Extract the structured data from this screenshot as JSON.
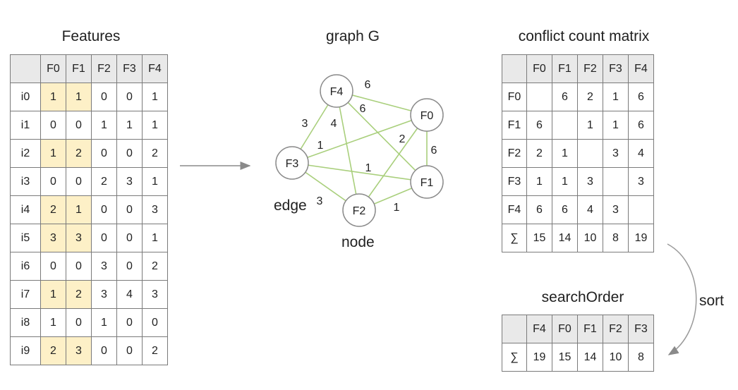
{
  "features": {
    "title": "Features",
    "columns": [
      "",
      "F0",
      "F1",
      "F2",
      "F3",
      "F4"
    ],
    "rows": [
      {
        "label": "i0",
        "values": [
          "1",
          "1",
          "0",
          "0",
          "1"
        ],
        "highlight": [
          true,
          true,
          false,
          false,
          false
        ]
      },
      {
        "label": "i1",
        "values": [
          "0",
          "0",
          "1",
          "1",
          "1"
        ],
        "highlight": [
          false,
          false,
          false,
          false,
          false
        ]
      },
      {
        "label": "i2",
        "values": [
          "1",
          "2",
          "0",
          "0",
          "2"
        ],
        "highlight": [
          true,
          true,
          false,
          false,
          false
        ]
      },
      {
        "label": "i3",
        "values": [
          "0",
          "0",
          "2",
          "3",
          "1"
        ],
        "highlight": [
          false,
          false,
          false,
          false,
          false
        ]
      },
      {
        "label": "i4",
        "values": [
          "2",
          "1",
          "0",
          "0",
          "3"
        ],
        "highlight": [
          true,
          true,
          false,
          false,
          false
        ]
      },
      {
        "label": "i5",
        "values": [
          "3",
          "3",
          "0",
          "0",
          "1"
        ],
        "highlight": [
          true,
          true,
          false,
          false,
          false
        ]
      },
      {
        "label": "i6",
        "values": [
          "0",
          "0",
          "3",
          "0",
          "2"
        ],
        "highlight": [
          false,
          false,
          false,
          false,
          false
        ]
      },
      {
        "label": "i7",
        "values": [
          "1",
          "2",
          "3",
          "4",
          "3"
        ],
        "highlight": [
          true,
          true,
          false,
          false,
          false
        ]
      },
      {
        "label": "i8",
        "values": [
          "1",
          "0",
          "1",
          "0",
          "0"
        ],
        "highlight": [
          false,
          false,
          false,
          false,
          false
        ]
      },
      {
        "label": "i9",
        "values": [
          "2",
          "3",
          "0",
          "0",
          "2"
        ],
        "highlight": [
          true,
          true,
          false,
          false,
          false
        ]
      }
    ]
  },
  "graph": {
    "title": "graph G",
    "nodes": [
      "F0",
      "F1",
      "F2",
      "F3",
      "F4"
    ],
    "edges": [
      {
        "from": "F4",
        "to": "F0",
        "weight": "6"
      },
      {
        "from": "F4",
        "to": "F1",
        "weight": "6"
      },
      {
        "from": "F4",
        "to": "F2",
        "weight": "4"
      },
      {
        "from": "F4",
        "to": "F3",
        "weight": "3"
      },
      {
        "from": "F3",
        "to": "F0",
        "weight": "1"
      },
      {
        "from": "F3",
        "to": "F1",
        "weight": "1"
      },
      {
        "from": "F3",
        "to": "F2",
        "weight": "3"
      },
      {
        "from": "F2",
        "to": "F0",
        "weight": "2"
      },
      {
        "from": "F2",
        "to": "F1",
        "weight": "1"
      },
      {
        "from": "F1",
        "to": "F0",
        "weight": "6"
      }
    ],
    "edge_label": "edge",
    "node_label": "node",
    "edge_color": "#a9cf7c",
    "node_stroke": "#8a8a8a"
  },
  "conflict": {
    "title": "conflict count matrix",
    "columns": [
      "",
      "F0",
      "F1",
      "F2",
      "F3",
      "F4"
    ],
    "rows": [
      {
        "label": "F0",
        "values": [
          "",
          "6",
          "2",
          "1",
          "6"
        ]
      },
      {
        "label": "F1",
        "values": [
          "6",
          "",
          "1",
          "1",
          "6"
        ]
      },
      {
        "label": "F2",
        "values": [
          "2",
          "1",
          "",
          "3",
          "4"
        ]
      },
      {
        "label": "F3",
        "values": [
          "1",
          "1",
          "3",
          "",
          "3"
        ]
      },
      {
        "label": "F4",
        "values": [
          "6",
          "6",
          "4",
          "3",
          ""
        ]
      },
      {
        "label": "∑",
        "values": [
          "15",
          "14",
          "10",
          "8",
          "19"
        ]
      }
    ]
  },
  "sort_label": "sort",
  "search_order": {
    "title": "searchOrder",
    "columns": [
      "",
      "F4",
      "F0",
      "F1",
      "F2",
      "F3"
    ],
    "rows": [
      {
        "label": "∑",
        "values": [
          "19",
          "15",
          "14",
          "10",
          "8"
        ]
      }
    ]
  },
  "colors": {
    "header_bg": "#e9e9e9",
    "highlight_bg": "#fdf0c7",
    "grid_line": "#7a7a7a",
    "arrow": "#8a8a8a"
  }
}
